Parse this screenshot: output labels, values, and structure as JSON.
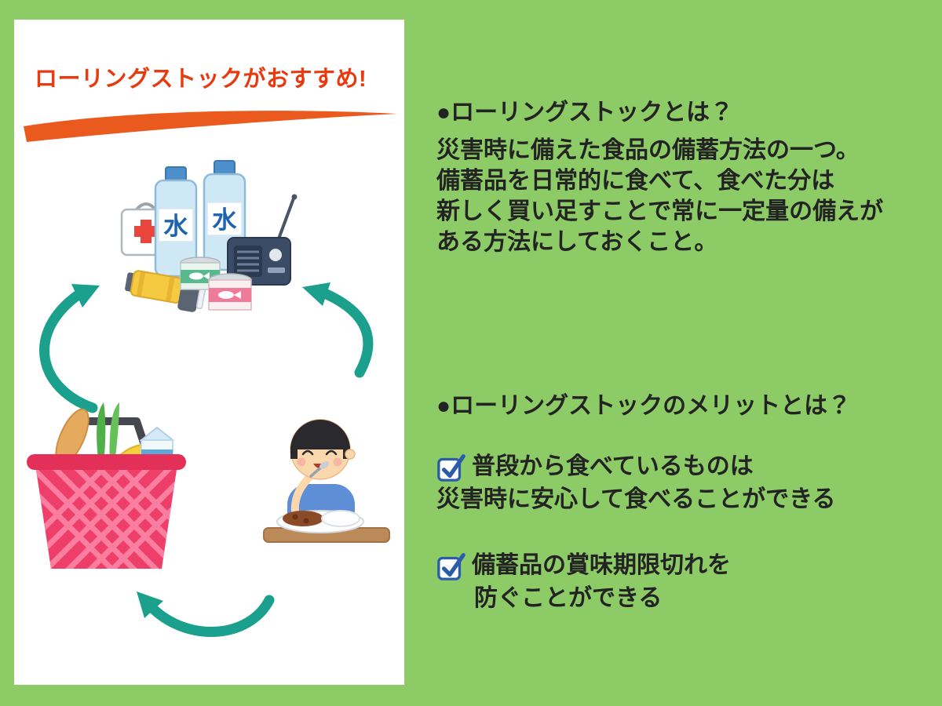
{
  "colors": {
    "background_green": "#8DCB66",
    "card_white": "#FFFFFF",
    "title_red": "#E8390F",
    "brush_orange": "#EA5A1F",
    "arrow_teal": "#1AA08C",
    "body_text": "#232323",
    "check_blue": "#2B5CAA",
    "basket_pink": "#EE3F6B"
  },
  "card": {
    "title": "ローリングストックがおすすめ!"
  },
  "illustration": {
    "water_label": "水",
    "icons": [
      "first-aid-kit",
      "water-bottles",
      "radio",
      "flashlight",
      "canned-food",
      "shopping-basket",
      "boy-eating-curry",
      "cycle-arrows"
    ]
  },
  "about": {
    "heading": "●ローリングストックとは？",
    "lines": [
      "災害時に備えた食品の備蓄方法の一つ。",
      "備蓄品を日常的に食べて、食べた分は",
      "新しく買い足すことで常に一定量の備えが",
      "ある方法にしておくこと。"
    ]
  },
  "merits": {
    "heading": "●ローリングストックのメリットとは？",
    "items": [
      {
        "lines": [
          "普段から食べているものは",
          "災害時に安心して食べることができる"
        ]
      },
      {
        "lines": [
          "備蓄品の賞味期限切れを",
          "防ぐことができる"
        ]
      }
    ]
  }
}
